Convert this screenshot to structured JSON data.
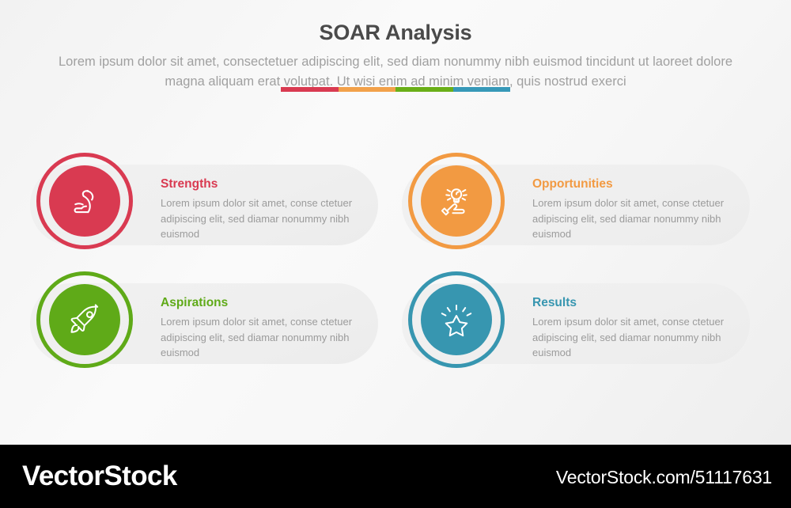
{
  "header": {
    "title": "SOAR Analysis",
    "subtitle": "Lorem ipsum dolor sit amet, consectetuer adipiscing elit, sed diam nonummy nibh euismod tincidunt ut laoreet dolore magna aliquam erat volutpat. Ut wisi enim ad minim veniam, quis nostrud exerci",
    "accent_colors": [
      "#d93a51",
      "#f2a14a",
      "#6aaf18",
      "#3799b8"
    ]
  },
  "quadrants": [
    {
      "id": "strengths",
      "heading": "Strengths",
      "body": "Lorem ipsum dolor sit amet, conse ctetuer adipiscing elit, sed diamar nonummy nibh euismod",
      "color": "#d93a51",
      "icon": "flexed-bicep-icon"
    },
    {
      "id": "opportunities",
      "heading": "Opportunities",
      "body": "Lorem ipsum dolor sit amet, conse ctetuer adipiscing elit, sed diamar nonummy nibh euismod",
      "color": "#f29a42",
      "icon": "hand-lightbulb-icon"
    },
    {
      "id": "aspirations",
      "heading": "Aspirations",
      "body": "Lorem ipsum dolor sit amet, conse ctetuer adipiscing elit, sed diamar nonummy nibh euismod",
      "color": "#5faa18",
      "icon": "rocket-icon"
    },
    {
      "id": "results",
      "heading": "Results",
      "body": "Lorem ipsum dolor sit amet, conse ctetuer adipiscing elit, sed diamar nonummy nibh euismod",
      "color": "#3796b0",
      "icon": "shining-star-icon"
    }
  ],
  "footer": {
    "logo": "VectorStock",
    "url": "VectorStock.com/51117631",
    "background": "#000000"
  }
}
